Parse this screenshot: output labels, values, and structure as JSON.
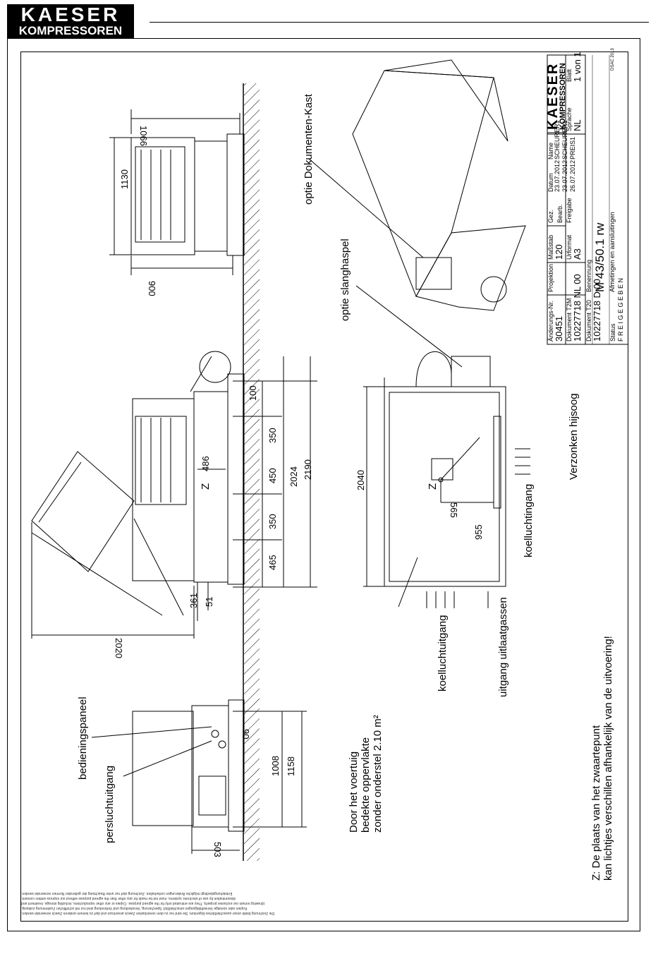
{
  "logo": {
    "line1": "KAESER",
    "line2": "KOMPRESSOREN"
  },
  "dimensions": {
    "d1066": "1066",
    "d1130": "1130",
    "d900": "900",
    "d100": "100",
    "d350a": "350",
    "d486": "486",
    "d450": "450",
    "d2024": "2024",
    "d2190": "2190",
    "d350b": "350",
    "d465": "465",
    "d361": "361",
    "d51": "51",
    "d2020": "2020",
    "d2040": "2040",
    "d565": "565",
    "d955": "955",
    "d90": "90",
    "d1008": "1008",
    "d1158": "1158",
    "d503": "503"
  },
  "labels": {
    "dokumenten_kast": "optie Dokumenten-Kast",
    "slanghaspel": "optie slanghaspel",
    "verzonken_hijsoog": "Verzonken hijsoog",
    "koelluchtingang": "koelluchtingang",
    "koelluchtuitgang": "koelluchtuitgang",
    "uitlaatgassen": "uitgang uitlaatgassen",
    "bedieningspaneel": "bedieningspaneel",
    "persluchtuitgang": "persluchtuitgang",
    "voertuig": [
      "Door het voertuig",
      "bedekte oppervlakte",
      "zonder onderstel 2.10 m²"
    ],
    "zwaartepunt": [
      "Z: De plaats van het zwaartepunt",
      "kan lichtjes verschillen afhankelijk van de uitvoering!"
    ],
    "z_marker": "Z"
  },
  "title_block": {
    "logo1": "KAESER",
    "logo2": "KOMPRESSOREN",
    "aenderung_label": "Änderungs-Nr.",
    "aenderung": "30451",
    "dokument_t2m_label": "Dokument T2M",
    "dokument_t2m": "10227718 NL 00",
    "dokument_t20_label": "Dokument T20",
    "dokument_t20": "10227718 D 00",
    "status_label": "Status",
    "status": "F R E I G E G E B E N",
    "projektion_label": "Projektion",
    "massstab_label": "Maßstab",
    "massstab": "120",
    "urformat_label": "Urformat",
    "urformat": "A3",
    "benennung_label": "Benennung",
    "benennung": "M 43/50.1 rw",
    "benennung_sub": "Afmetingen en aansluitingen",
    "row_gez": "Gez.",
    "row_bearb": "Bearb.",
    "row_freigabe": "Freigabe",
    "datum_label": "Datum",
    "name_label": "Name",
    "datum1": "23.07.2012",
    "datum2": "23.07.2012",
    "datum3": "26.07.2012",
    "name1": "SCHEURER1",
    "name2": "SCHEURER1",
    "name3": "PREIS1",
    "sprache_label": "Sprache",
    "sprache": "NL",
    "blatt_label": "Blatt",
    "blatt": "1 von 1",
    "corner": "DSAC 2013"
  },
  "disclaimer": [
    "Die Zeichnung bleibt unser ausschließliches Eigentum. Sie wird nur zu dem vereinbarten Zweck anvertraut und darf zu keinem anderen Zweck verwendet werden.",
    "Kopien oder sonstige Vervielfältigungen einschließlich Speicherung, Verarbeitung und Verbreitung sind nur mit schriftlicher Zustimmung zulässig.",
    "(drawing remain our exclusive property. They are entrusted only for the agreed purpose. Copies or any other reproductions, including storage, treatment and",
    "dissemination by use of electronic systems, must not be made for any other than the agreed purpose without our express written consent.",
    "Entstehungsbedingt mögliche Änderungen vorbehalten. Zeichnung darf nur unter Beachtung der geltenden Normen verwendet werden."
  ],
  "colors": {
    "line": "#000000",
    "hatch": "#000000",
    "background": "#ffffff"
  }
}
